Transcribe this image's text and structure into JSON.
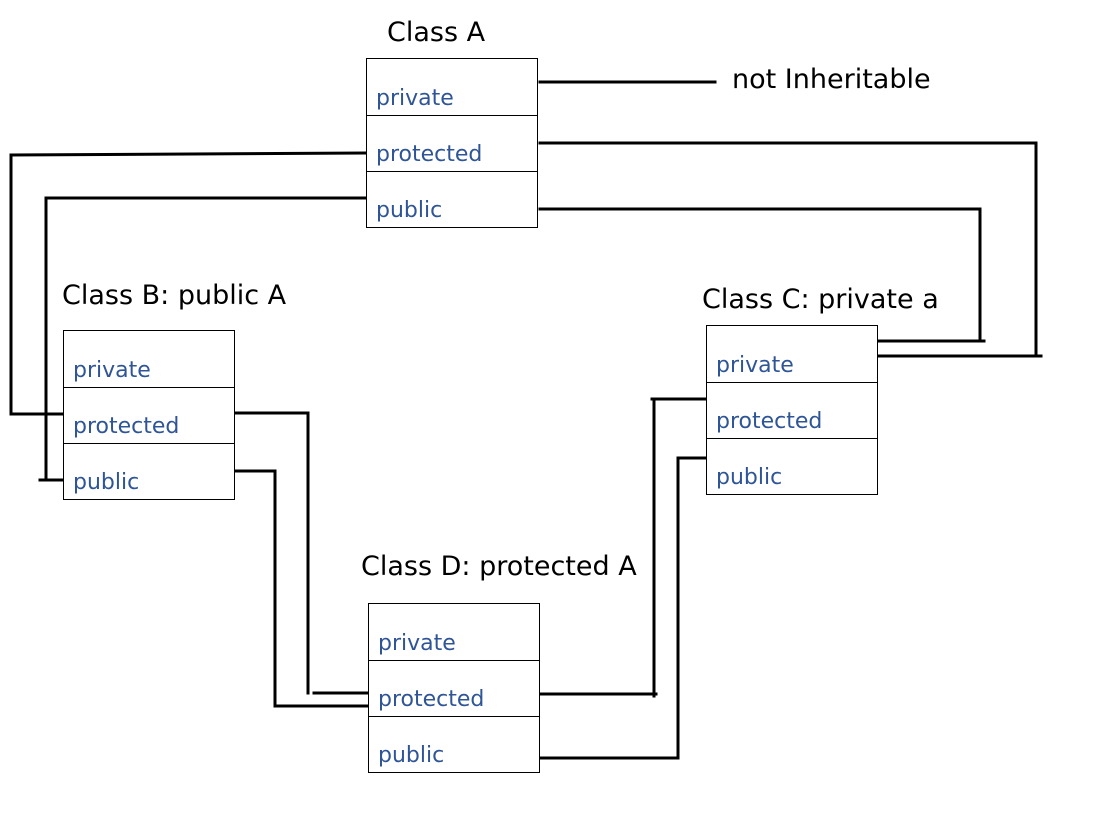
{
  "classes": {
    "a": {
      "title": "Class A",
      "rows": [
        "private",
        "protected",
        "public"
      ]
    },
    "b": {
      "title": "Class B: public A",
      "rows": [
        "private",
        "protected",
        "public"
      ]
    },
    "c": {
      "title": "Class C: private a",
      "rows": [
        "private",
        "protected",
        "public"
      ]
    },
    "d": {
      "title": "Class D: protected A",
      "rows": [
        "private",
        "protected",
        "public"
      ]
    }
  },
  "note": "not Inheritable"
}
